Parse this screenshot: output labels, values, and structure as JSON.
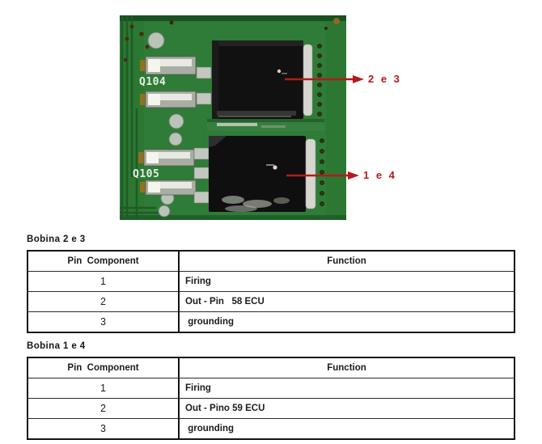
{
  "photo": {
    "silkscreen": {
      "top_label": "Q104",
      "bottom_label": "Q105"
    },
    "annotations": [
      {
        "label": "2 e 3"
      },
      {
        "label": "1 e 4"
      }
    ],
    "colors": {
      "pcb_green": "#2c7833",
      "arrow_red": "#b51a1a"
    }
  },
  "tables": [
    {
      "title": "Bobina 2 e 3",
      "headers": [
        "Pin  Component",
        "Function"
      ],
      "rows": [
        {
          "pin": "1",
          "function": "Firing"
        },
        {
          "pin": "2",
          "function": "Out - Pin   58 ECU"
        },
        {
          "pin": "3",
          "function": " grounding"
        }
      ]
    },
    {
      "title": "Bobina 1 e 4",
      "headers": [
        "Pin  Component",
        "Function"
      ],
      "rows": [
        {
          "pin": "1",
          "function": "Firing"
        },
        {
          "pin": "2",
          "function": "Out - Pino 59 ECU"
        },
        {
          "pin": "3",
          "function": " grounding"
        }
      ]
    }
  ]
}
